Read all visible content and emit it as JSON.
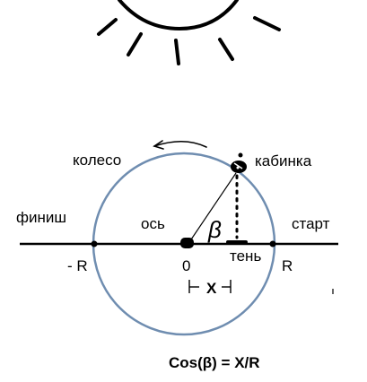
{
  "labels": {
    "wheel": "колесо",
    "cabin": "кабинка",
    "finish": "финиш",
    "axis": "ось",
    "start": "старт",
    "shadow": "тень",
    "zero": "0",
    "minus_r": "- R",
    "plus_r": "R",
    "x": "X",
    "beta": "β"
  },
  "formula": {
    "text": "Cos(β) = X/R"
  },
  "colors": {
    "wheel": "#6f8db0",
    "ink": "#000000"
  },
  "icons": {
    "sun": "sun-icon",
    "rotation": "rotation-arrow-icon"
  }
}
